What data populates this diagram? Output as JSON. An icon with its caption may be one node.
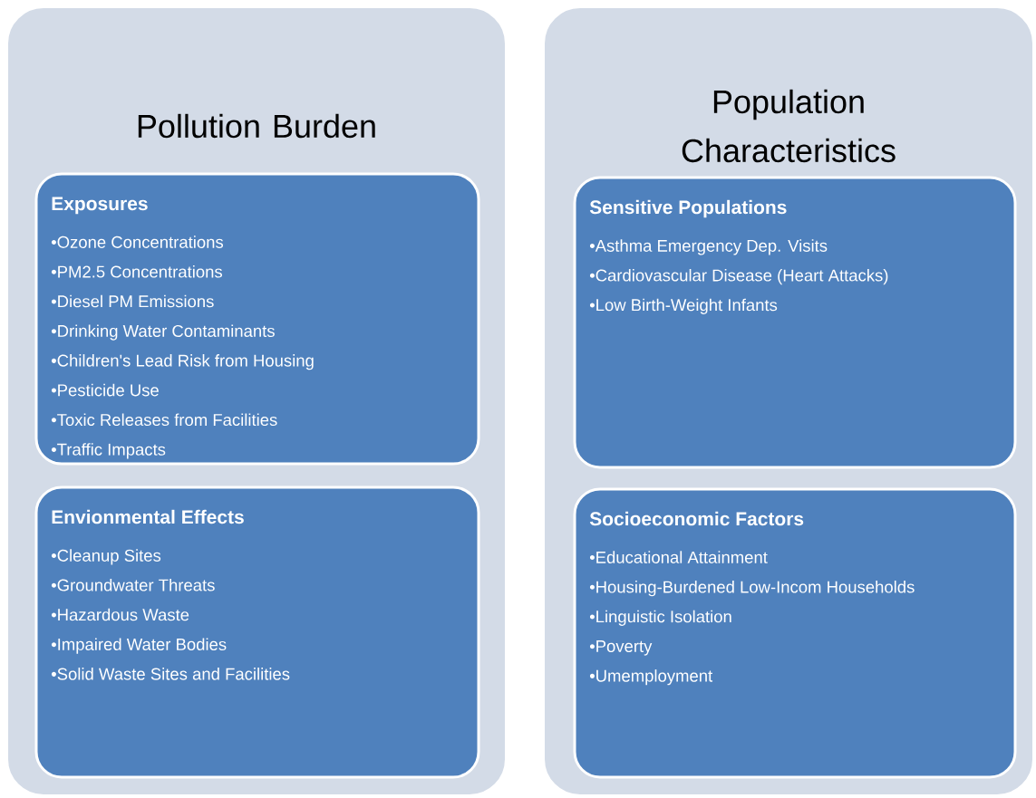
{
  "diagram": {
    "nodes": [
      {
        "text": [
          "Pollution Burden"
        ]
      },
      {
        "text": [
          "Exposures",
          "•Ozone Concentrations",
          "•PM2.5 Concentrations",
          "•Diesel PM Emissions",
          "•Drinking Water Contaminants",
          "•Children's Lead Risk from Housing",
          "•Pesticide Use",
          "•Toxic Releases from Facilities",
          "•Traffic Impacts"
        ],
        "in": 0
      },
      {
        "text": [
          "Envionmental Effects",
          "•Cleanup Sites",
          "•Groundwater Threats",
          "•Hazardous Waste",
          "•Impaired Water Bodies",
          "•Solid Waste Sites and Facilities"
        ],
        "in": 0
      },
      {
        "text": [
          "Population Characteristics"
        ]
      },
      {
        "text": [
          "Sensitive Populations",
          "•Asthma Emergency Dep. Visits",
          "•Cardiovascular Disease (Heart Attacks)",
          "•Low Birth-Weight Infants"
        ],
        "in": 3
      },
      {
        "text": [
          "Socioeconomic Factors",
          "•Educational Attainment",
          "•Housing-Burdened Low-Incom Households",
          "•Linguistic Isolation",
          "•Poverty",
          "•Umemployment"
        ],
        "in": 3
      }
    ]
  }
}
